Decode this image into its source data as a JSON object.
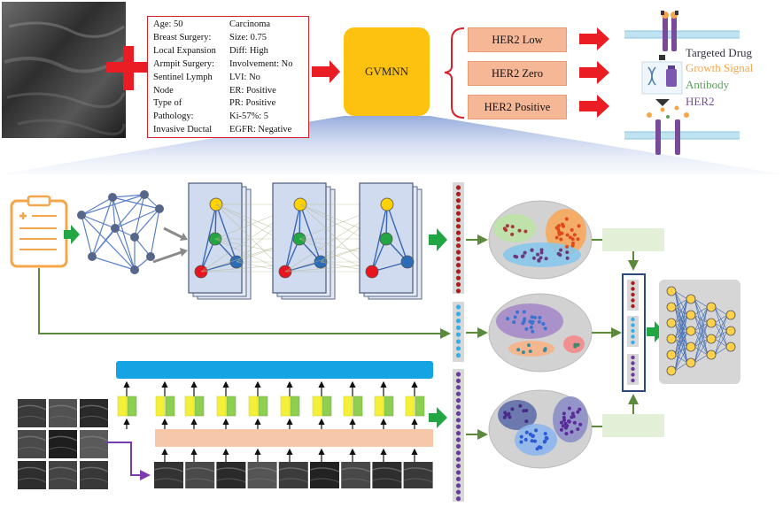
{
  "patient_info": {
    "left_column": [
      "Age: 50",
      "Breast Surgery:",
      "Local Expansion",
      "Armpit Surgery:",
      "Sentinel Lymph",
      "Node",
      "Type of",
      "Pathology:",
      "Invasive Ductal"
    ],
    "right_column": [
      "Carcinoma",
      "Size: 0.75",
      "Diff: High",
      "Involvement: No",
      "LVI: No",
      "ER: Positive",
      "PR: Positive",
      "Ki-57%: 5",
      "EGFR: Negative"
    ]
  },
  "model": {
    "name": "GVMNN"
  },
  "outcomes": [
    "HER2 Low",
    "HER2 Zero",
    "HER2 Positive"
  ],
  "legend": [
    {
      "label": "Targeted Drug",
      "color": "#333344"
    },
    {
      "label": "Growth Signal",
      "color": "#f5a54a"
    },
    {
      "label": "Antibody",
      "color": "#5aa05a"
    },
    {
      "label": "HER2",
      "color": "#7a4a9a"
    }
  ],
  "colors": {
    "accent_red": "#ea1c24",
    "model_yellow": "#fdc20f",
    "outcome_fill": "#f6b796",
    "arrow_green": "#22a644",
    "line_olive": "#5a8a3a",
    "graph_blue": "#4a6fc0",
    "bar_blue": "#14a3e3"
  },
  "icons": [
    "plus-icon",
    "clipboard-icon",
    "dna-icon",
    "drug-bottle-icon",
    "receptor-icon"
  ]
}
